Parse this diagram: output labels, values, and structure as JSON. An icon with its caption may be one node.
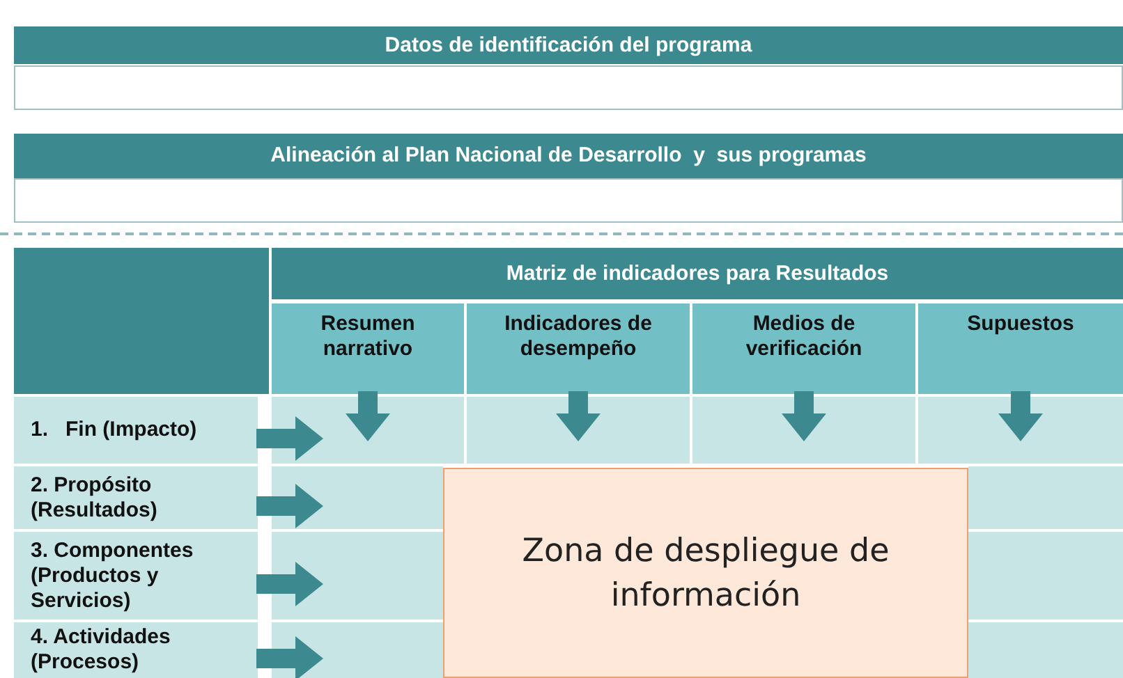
{
  "diagram": {
    "nodes": [
      {
        "text": [
          "Datos de identificación del programa"
        ]
      },
      {
        "text": [],
        "shape": "box"
      },
      {
        "text": [
          "Alineación al Plan Nacional de Desarrollo  y  sus programas"
        ]
      },
      {
        "text": [],
        "shape": "box"
      },
      {
        "text": [
          "Matriz de indicadores para Resultados"
        ]
      },
      {
        "text": [
          "Resumen narrativo"
        ]
      },
      {
        "text": [
          "Indicadores de desempeño"
        ]
      },
      {
        "text": [
          "Medios de verificación"
        ]
      },
      {
        "text": [
          "Supuestos"
        ]
      },
      {
        "text": [
          "1.   Fin (Impacto)"
        ]
      },
      {
        "text": [
          "2. Propósito (Resultados)"
        ]
      },
      {
        "text": [
          "3. Componentes (Productos y Servicios)"
        ]
      },
      {
        "text": [
          "4. Actividades (Procesos)"
        ]
      },
      {
        "text": [
          "Zona de despliegue de información"
        ]
      },
      {
        "text": [],
        "shape": "box"
      },
      {
        "text": [],
        "shape": "box"
      },
      {
        "text": [],
        "shape": "box"
      },
      {
        "text": [],
        "shape": "box"
      },
      {
        "text": [],
        "shape": "box"
      },
      {
        "text": [],
        "shape": "box"
      },
      {
        "text": [],
        "shape": "box"
      }
    ],
    "edges": [
      {
        "from": 5,
        "to": 14,
        "arrow": "to"
      },
      {
        "from": 6,
        "to": 15,
        "arrow": "to"
      },
      {
        "from": 7,
        "to": 16,
        "arrow": "to"
      },
      {
        "from": 8,
        "to": 17,
        "arrow": "to"
      },
      {
        "from": 9,
        "to": 14,
        "arrow": "to"
      },
      {
        "from": 10,
        "to": 18,
        "arrow": "to"
      },
      {
        "from": 11,
        "to": 19,
        "arrow": "to"
      },
      {
        "from": 12,
        "to": 20,
        "arrow": "to"
      }
    ]
  }
}
